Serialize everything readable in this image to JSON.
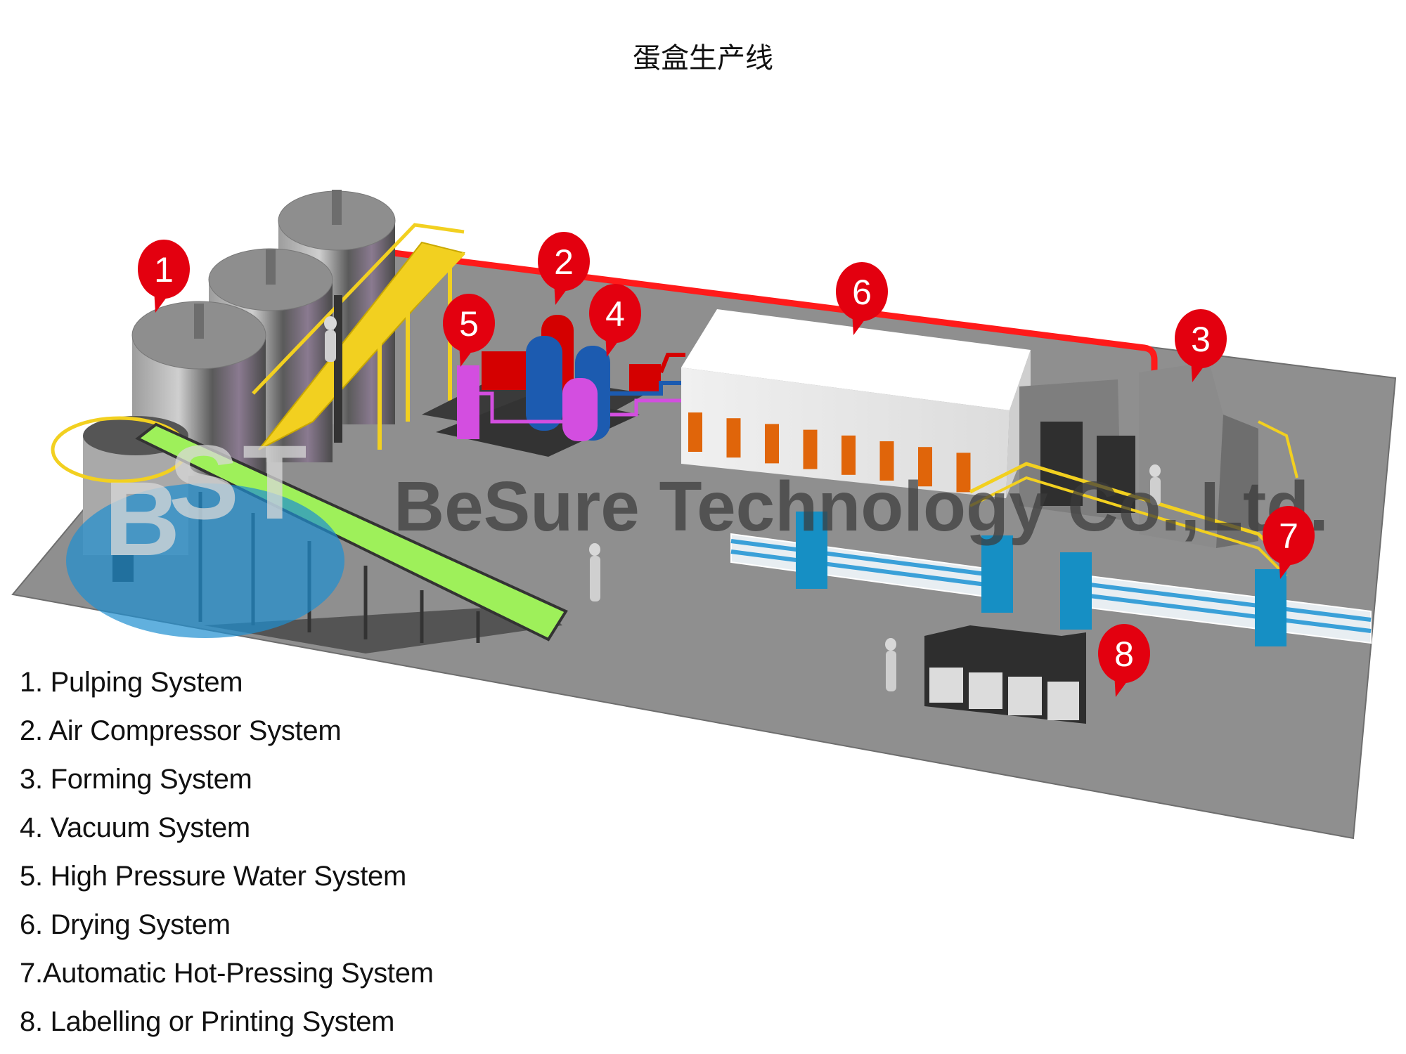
{
  "title": "蛋盒生产线",
  "watermark": {
    "company": "BeSure Technology Co.,Ltd.",
    "logo_letters": [
      "B",
      "S",
      "T"
    ],
    "logo_color": "#1e8fd0"
  },
  "markers": [
    {
      "number": "1",
      "system": "Pulping System"
    },
    {
      "number": "2",
      "system": "Air Compressor System"
    },
    {
      "number": "3",
      "system": "Forming System"
    },
    {
      "number": "4",
      "system": "Vacuum System"
    },
    {
      "number": "5",
      "system": "High Pressure Water System"
    },
    {
      "number": "6",
      "system": "Drying System"
    },
    {
      "number": "7",
      "system": "Automatic Hot-Pressing System"
    },
    {
      "number": "8",
      "system": "Labelling or Printing System"
    }
  ],
  "legend": [
    "1. Pulping System",
    "2. Air Compressor System",
    "3. Forming System",
    "4. Vacuum System",
    "5. High Pressure Water System",
    "6. Drying System",
    "7.Automatic Hot-Pressing System",
    "8. Labelling or Printing System"
  ],
  "colors": {
    "marker": "#e3000f",
    "floor": "#8f8f8f",
    "walkway": "#f2d020",
    "chute": "#9ef05a",
    "dryer_window": "#e0650a",
    "press": "#168fc4",
    "compressor_blue": "#1c5bb0",
    "water_magenta": "#d34ee0"
  }
}
